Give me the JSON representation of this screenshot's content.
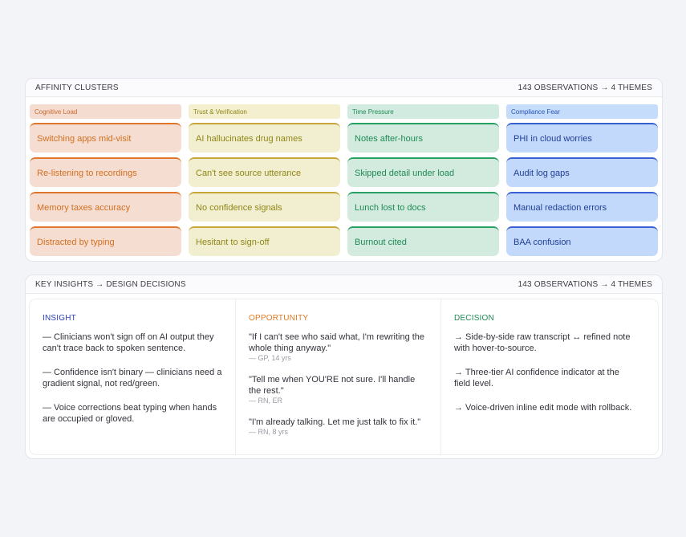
{
  "clusters": {
    "title": "AFFINITY CLUSTERS",
    "meta": "143 OBSERVATIONS → 4 THEMES",
    "columns": [
      {
        "label": "Cognitive Load",
        "cards": [
          "Switching apps mid-visit",
          "Re-listening to recordings",
          "Memory taxes accuracy",
          "Distracted by typing"
        ]
      },
      {
        "label": "Trust & Verification",
        "cards": [
          "AI hallucinates drug names",
          "Can't see source utterance",
          "No confidence signals",
          "Hesitant to sign-off"
        ]
      },
      {
        "label": "Time Pressure",
        "cards": [
          "Notes after-hours",
          "Skipped detail under load",
          "Lunch lost to docs",
          "Burnout cited"
        ]
      },
      {
        "label": "Compliance Fear",
        "cards": [
          "PHI in cloud worries",
          "Audit log gaps",
          "Manual redaction errors",
          "BAA confusion"
        ]
      }
    ]
  },
  "insights": {
    "title": "KEY INSIGHTS → DESIGN DECISIONS",
    "meta": "143 OBSERVATIONS → 4 THEMES",
    "insight_label": "INSIGHT",
    "opportunity_label": "OPPORTUNITY",
    "decision_label": "DECISION",
    "insight_items": [
      "— Clinicians won't sign off on AI output they can't trace back to spoken sentence.",
      "— Confidence isn't binary — clinicians need a gradient signal, not red/green.",
      "— Voice corrections beat typing when hands are occupied or gloved."
    ],
    "quotes": [
      {
        "text": "\"If I can't see who said what, I'm rewriting the whole thing anyway.\"",
        "who": "— GP, 14 yrs"
      },
      {
        "text": "\"Tell me when YOU'RE not sure. I'll handle the rest.\"",
        "who": "— RN, ER"
      },
      {
        "text": "\"I'm already talking. Let me just talk to fix it.\"",
        "who": "— RN, 8 yrs"
      }
    ],
    "decision_items": [
      "→ Side-by-side raw transcript ↔ refined note with hover-to-source.",
      "→ Three-tier AI confidence indicator at the field level.",
      "→ Voice-driven inline edit mode with rollback."
    ]
  }
}
